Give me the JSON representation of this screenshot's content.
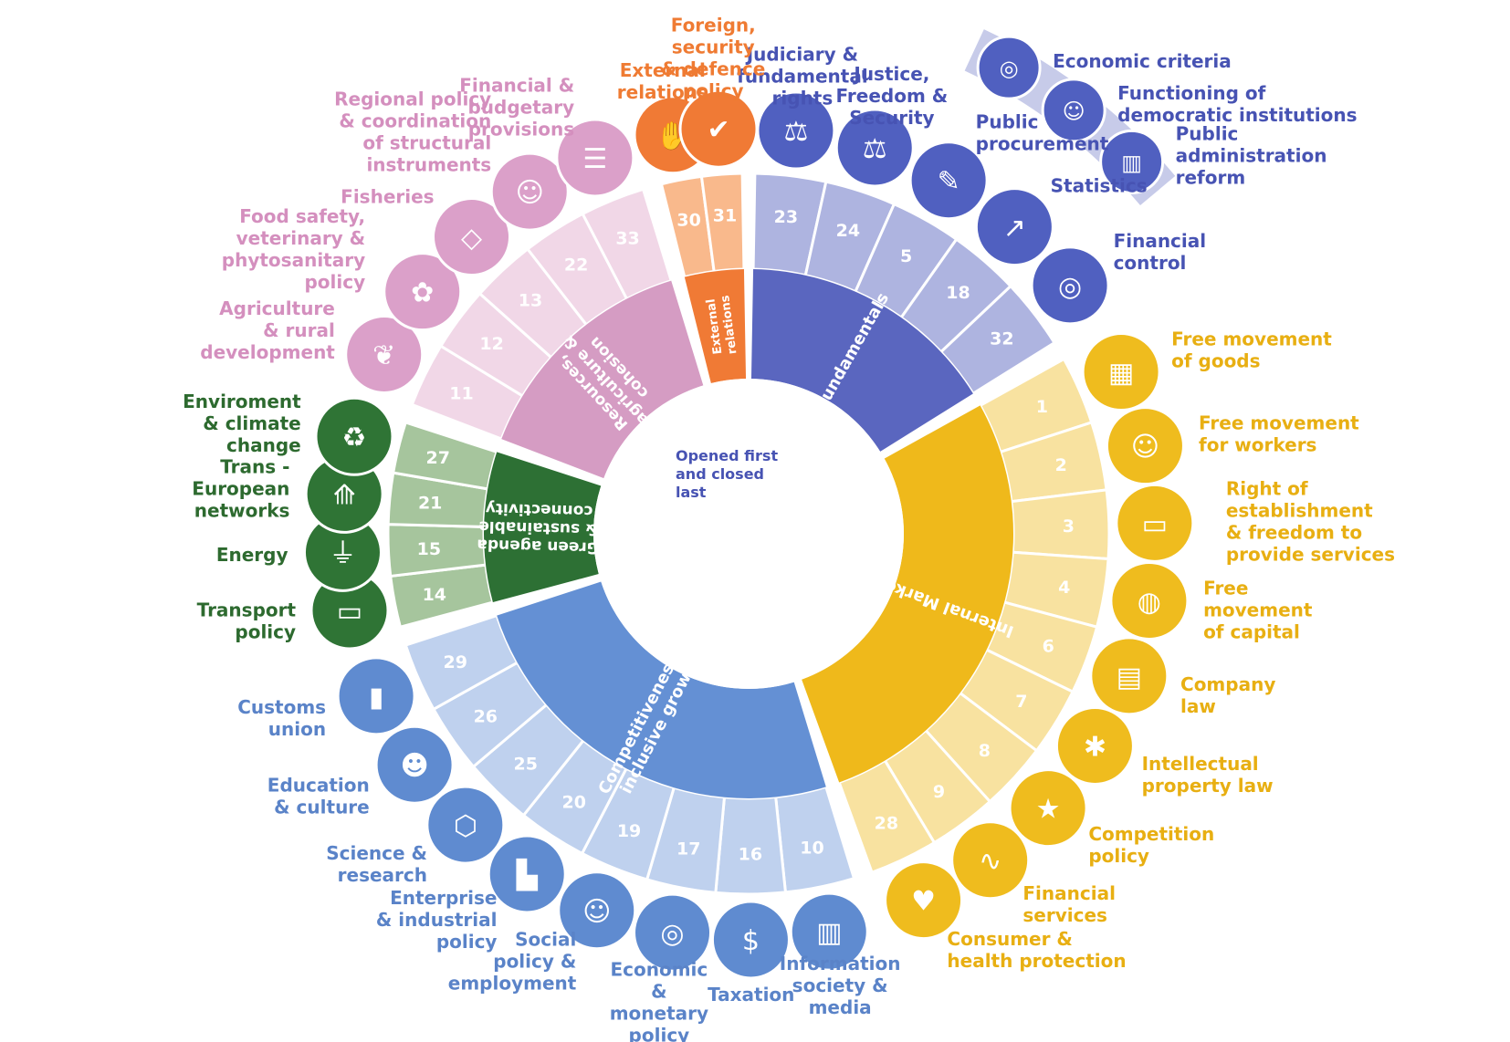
{
  "center_label": [
    "Opened first",
    "and closed",
    "last"
  ],
  "clusters": [
    {
      "key": "fundamentals",
      "title": [
        "Fundamentals"
      ],
      "fill": "#5a66bf",
      "outer": "#aeb4e0",
      "text": "#4753b3",
      "icon_bg": "#5060c0"
    },
    {
      "key": "internal",
      "title": [
        "Internal Market"
      ],
      "fill": "#efb91b",
      "outer": "#f8e2a0",
      "text": "#e8af12",
      "icon_bg": "#efbc1e"
    },
    {
      "key": "competitiveness",
      "title": [
        "Competitiveness &",
        "inclusive growth"
      ],
      "fill": "#6490d4",
      "outer": "#bfd1ee",
      "text": "#5a83c8",
      "icon_bg": "#5f8bd0"
    },
    {
      "key": "green",
      "title": [
        "Green agenda",
        "& sustainable",
        "connectivity"
      ],
      "fill": "#2d7034",
      "outer": "#a6c59d",
      "text": "#2d6a2f",
      "icon_bg": "#2f7435"
    },
    {
      "key": "resources",
      "title": [
        "Resources,",
        "agriculture &",
        "cohesion"
      ],
      "fill": "#d59cc3",
      "outer": "#f1d7e7",
      "text": "#d48fbe",
      "icon_bg": "#dba0c9"
    },
    {
      "key": "external",
      "title": [
        "External",
        "relations"
      ],
      "fill": "#f07a35",
      "outer": "#f9b98c",
      "text": "#ef7b33",
      "icon_bg": "#f07a35"
    }
  ],
  "fundamentals_extras": [
    {
      "label": [
        "Economic criteria"
      ],
      "icon": "coins-icon"
    },
    {
      "label": [
        "Functioning of",
        "democratic institutions"
      ],
      "icon": "people-icon"
    },
    {
      "label": [
        "Public",
        "administration",
        "reform"
      ],
      "icon": "building-icon"
    }
  ],
  "chapters": [
    {
      "num": "23",
      "cluster": "fundamentals",
      "label": [
        "Judiciary &",
        "fundamental",
        "rights"
      ],
      "icon": "gavel-icon"
    },
    {
      "num": "24",
      "cluster": "fundamentals",
      "label": [
        "Justice,",
        "Freedom &",
        "Security"
      ],
      "icon": "scales-icon"
    },
    {
      "num": "5",
      "cluster": "fundamentals",
      "label": [
        "Public",
        "procurement"
      ],
      "icon": "document-icon"
    },
    {
      "num": "18",
      "cluster": "fundamentals",
      "label": [
        "Statistics"
      ],
      "icon": "chart-hand-icon"
    },
    {
      "num": "32",
      "cluster": "fundamentals",
      "label": [
        "Financial",
        "control"
      ],
      "icon": "coins-icon"
    },
    {
      "num": "1",
      "cluster": "internal",
      "label": [
        "Free movement",
        "of goods"
      ],
      "icon": "boxes-icon"
    },
    {
      "num": "2",
      "cluster": "internal",
      "label": [
        "Free movement",
        "for workers"
      ],
      "icon": "worker-icon"
    },
    {
      "num": "3",
      "cluster": "internal",
      "label": [
        "Right of",
        "establishment",
        "& freedom to",
        "provide services"
      ],
      "icon": "truck-icon"
    },
    {
      "num": "4",
      "cluster": "internal",
      "label": [
        "Free",
        "movement",
        "of capital"
      ],
      "icon": "globe-icon"
    },
    {
      "num": "6",
      "cluster": "internal",
      "label": [
        "Company",
        "law"
      ],
      "icon": "certificate-icon"
    },
    {
      "num": "7",
      "cluster": "internal",
      "label": [
        "Intellectual",
        "property law"
      ],
      "icon": "bulb-icon"
    },
    {
      "num": "8",
      "cluster": "internal",
      "label": [
        "Competition",
        "policy"
      ],
      "icon": "podium-icon"
    },
    {
      "num": "9",
      "cluster": "internal",
      "label": [
        "Financial",
        "services"
      ],
      "icon": "finance-chart-icon"
    },
    {
      "num": "28",
      "cluster": "internal",
      "label": [
        "Consumer &",
        "health protection"
      ],
      "icon": "heart-hands-icon"
    },
    {
      "num": "10",
      "cluster": "competitiveness",
      "label": [
        "Information",
        "society &",
        "media"
      ],
      "icon": "news-icon"
    },
    {
      "num": "16",
      "cluster": "competitiveness",
      "label": [
        "Taxation"
      ],
      "icon": "tax-bag-icon"
    },
    {
      "num": "17",
      "cluster": "competitiveness",
      "label": [
        "Economic",
        "&",
        "monetary",
        "policy"
      ],
      "icon": "coins-icon"
    },
    {
      "num": "19",
      "cluster": "competitiveness",
      "label": [
        "Social",
        "policy &",
        "employment"
      ],
      "icon": "family-icon"
    },
    {
      "num": "20",
      "cluster": "competitiveness",
      "label": [
        "Enterprise",
        "& industrial",
        "policy"
      ],
      "icon": "factory-icon"
    },
    {
      "num": "25",
      "cluster": "competitiveness",
      "label": [
        "Science &",
        "research"
      ],
      "icon": "molecule-icon"
    },
    {
      "num": "26",
      "cluster": "competitiveness",
      "label": [
        "Education",
        "& culture"
      ],
      "icon": "masks-icon"
    },
    {
      "num": "29",
      "cluster": "competitiveness",
      "label": [
        "Customs",
        "union"
      ],
      "icon": "barrier-icon"
    },
    {
      "num": "14",
      "cluster": "green",
      "label": [
        "Transport",
        "policy"
      ],
      "icon": "car-icon"
    },
    {
      "num": "15",
      "cluster": "green",
      "label": [
        "Energy"
      ],
      "icon": "plug-icon"
    },
    {
      "num": "21",
      "cluster": "green",
      "label": [
        "Trans -",
        "European",
        "networks"
      ],
      "icon": "road-icon"
    },
    {
      "num": "27",
      "cluster": "green",
      "label": [
        "Enviroment",
        "& climate",
        "change"
      ],
      "icon": "eco-icon"
    },
    {
      "num": "11",
      "cluster": "resources",
      "label": [
        "Agriculture",
        "& rural",
        "development"
      ],
      "icon": "field-icon"
    },
    {
      "num": "12",
      "cluster": "resources",
      "label": [
        "Food safety,",
        "veterinary &",
        "phytosanitary",
        "policy"
      ],
      "icon": "food-icon"
    },
    {
      "num": "13",
      "cluster": "resources",
      "label": [
        "Fisheries"
      ],
      "icon": "fish-icon"
    },
    {
      "num": "22",
      "cluster": "resources",
      "label": [
        "Regional policy",
        "& coordination",
        "of structural",
        "instruments"
      ],
      "icon": "people-icon"
    },
    {
      "num": "33",
      "cluster": "resources",
      "label": [
        "Financial &",
        "budgetary",
        "provisions"
      ],
      "icon": "clipboard-icon"
    },
    {
      "num": "30",
      "cluster": "external",
      "label": [
        "External",
        "relations"
      ],
      "icon": "handshake-icon"
    },
    {
      "num": "31",
      "cluster": "external",
      "label": [
        "Foreign,",
        "security",
        "& defence",
        "policy"
      ],
      "icon": "shield-icon"
    }
  ]
}
